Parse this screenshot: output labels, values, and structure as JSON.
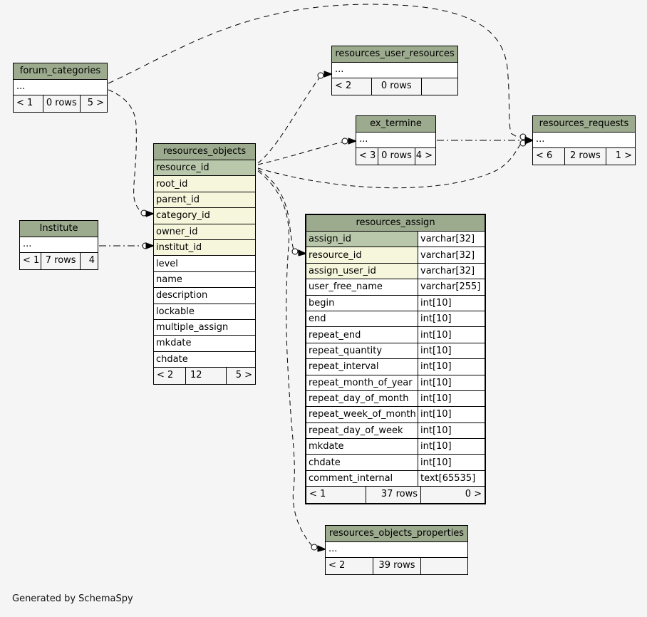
{
  "page": {
    "background": "#f5f5f5",
    "footer_note": "Generated by SchemaSpy"
  },
  "colors": {
    "table_header": "#9caa8e",
    "primary_key_row": "#b9c8ab",
    "foreign_key_row": "#f6f6dc",
    "row": "#ffffff",
    "border": "#000000",
    "relationship_line": "#000000"
  },
  "tables": {
    "forum_categories": {
      "title": "forum_categories",
      "ellipsis": "...",
      "footer": {
        "left": "< 1",
        "mid": "0 rows",
        "right": "5 >"
      }
    },
    "resources_user_resources": {
      "title": "resources_user_resources",
      "ellipsis": "...",
      "footer": {
        "left": "< 2",
        "mid": "0 rows",
        "right": ""
      }
    },
    "ex_termine": {
      "title": "ex_termine",
      "ellipsis": "...",
      "footer": {
        "left": "< 3",
        "mid": "0 rows",
        "right": "4 >"
      }
    },
    "resources_requests": {
      "title": "resources_requests",
      "ellipsis": "...",
      "footer": {
        "left": "< 6",
        "mid": "2 rows",
        "right": "1 >"
      }
    },
    "institute": {
      "title": "Institute",
      "ellipsis": "...",
      "footer": {
        "left": "< 1",
        "mid": "7 rows",
        "right": "4 >"
      }
    },
    "resources_objects": {
      "title": "resources_objects",
      "columns": [
        {
          "name": "resource_id"
        },
        {
          "name": "root_id"
        },
        {
          "name": "parent_id"
        },
        {
          "name": "category_id"
        },
        {
          "name": "owner_id"
        },
        {
          "name": "institut_id"
        },
        {
          "name": "level"
        },
        {
          "name": "name"
        },
        {
          "name": "description"
        },
        {
          "name": "lockable"
        },
        {
          "name": "multiple_assign"
        },
        {
          "name": "mkdate"
        },
        {
          "name": "chdate"
        }
      ],
      "footer": {
        "left": "< 2",
        "mid": "12 rows",
        "right": "5 >"
      }
    },
    "resources_assign": {
      "title": "resources_assign",
      "columns": [
        {
          "name": "assign_id",
          "type": "varchar[32]"
        },
        {
          "name": "resource_id",
          "type": "varchar[32]"
        },
        {
          "name": "assign_user_id",
          "type": "varchar[32]"
        },
        {
          "name": "user_free_name",
          "type": "varchar[255]"
        },
        {
          "name": "begin",
          "type": "int[10]"
        },
        {
          "name": "end",
          "type": "int[10]"
        },
        {
          "name": "repeat_end",
          "type": "int[10]"
        },
        {
          "name": "repeat_quantity",
          "type": "int[10]"
        },
        {
          "name": "repeat_interval",
          "type": "int[10]"
        },
        {
          "name": "repeat_month_of_year",
          "type": "int[10]"
        },
        {
          "name": "repeat_day_of_month",
          "type": "int[10]"
        },
        {
          "name": "repeat_week_of_month",
          "type": "int[10]"
        },
        {
          "name": "repeat_day_of_week",
          "type": "int[10]"
        },
        {
          "name": "mkdate",
          "type": "int[10]"
        },
        {
          "name": "chdate",
          "type": "int[10]"
        },
        {
          "name": "comment_internal",
          "type": "text[65535]"
        }
      ],
      "footer": {
        "left": "< 1",
        "mid": "37 rows",
        "right": "0 >"
      }
    },
    "resources_objects_properties": {
      "title": "resources_objects_properties",
      "ellipsis": "...",
      "footer": {
        "left": "< 2",
        "mid": "39 rows",
        "right": ""
      }
    }
  }
}
